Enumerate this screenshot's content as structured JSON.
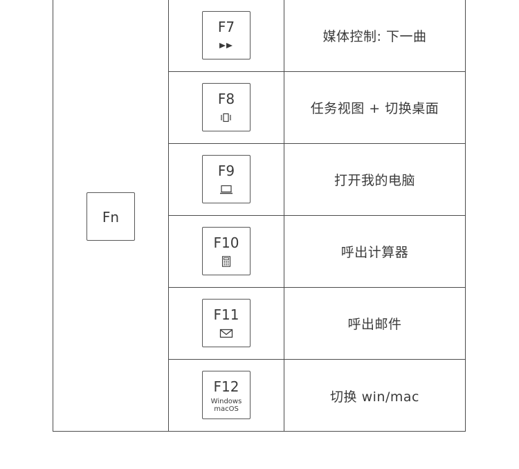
{
  "fn_key": {
    "label": "Fn"
  },
  "rows": [
    {
      "key": "F7",
      "icon": "fast-forward-icon",
      "desc": "媒体控制: 下一曲"
    },
    {
      "key": "F8",
      "icon": "task-view-icon",
      "desc": "任务视图 + 切换桌面"
    },
    {
      "key": "F9",
      "icon": "laptop-icon",
      "desc": "打开我的电脑"
    },
    {
      "key": "F10",
      "icon": "calculator-icon",
      "desc": "呼出计算器"
    },
    {
      "key": "F11",
      "icon": "mail-icon",
      "desc": "呼出邮件"
    },
    {
      "key": "F12",
      "icon": "os-switch-text",
      "os_line1": "Windows",
      "os_line2": "macOS",
      "desc": "切换 win/mac"
    }
  ]
}
